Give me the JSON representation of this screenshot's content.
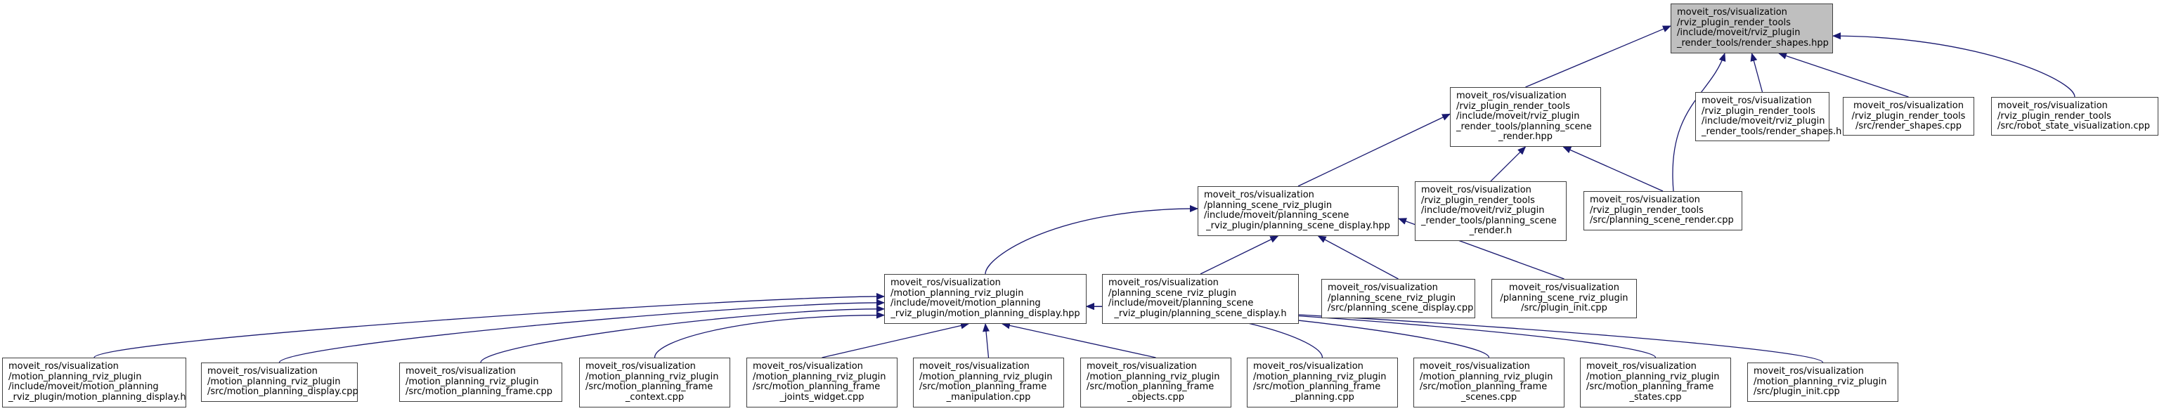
{
  "edge_color": "#191970",
  "root_fill": "#bfbfbf",
  "nodes": {
    "root": {
      "lines": [
        "moveit_ros/visualization",
        "/rviz_plugin_render_tools",
        "/include/moveit/rviz_plugin",
        "_render_tools/render_shapes.hpp"
      ]
    },
    "ps_render_hpp": {
      "lines": [
        "moveit_ros/visualization",
        "/rviz_plugin_render_tools",
        "/include/moveit/rviz_plugin",
        "_render_tools/planning_scene",
        "_render.hpp"
      ]
    },
    "render_shapes_h": {
      "lines": [
        "moveit_ros/visualization",
        "/rviz_plugin_render_tools",
        "/include/moveit/rviz_plugin",
        "_render_tools/render_shapes.h"
      ]
    },
    "render_shapes_cpp": {
      "lines": [
        "moveit_ros/visualization",
        "/rviz_plugin_render_tools",
        "/src/render_shapes.cpp"
      ]
    },
    "robot_state_vis_cpp": {
      "lines": [
        "moveit_ros/visualization",
        "/rviz_plugin_render_tools",
        "/src/robot_state_visualization.cpp"
      ]
    },
    "ps_display_hpp": {
      "lines": [
        "moveit_ros/visualization",
        "/planning_scene_rviz_plugin",
        "/include/moveit/planning_scene",
        "_rviz_plugin/planning_scene_display.hpp"
      ]
    },
    "ps_render_h": {
      "lines": [
        "moveit_ros/visualization",
        "/rviz_plugin_render_tools",
        "/include/moveit/rviz_plugin",
        "_render_tools/planning_scene",
        "_render.h"
      ]
    },
    "ps_render_cpp": {
      "lines": [
        "moveit_ros/visualization",
        "/rviz_plugin_render_tools",
        "/src/planning_scene_render.cpp"
      ]
    },
    "mp_display_hpp": {
      "lines": [
        "moveit_ros/visualization",
        "/motion_planning_rviz_plugin",
        "/include/moveit/motion_planning",
        "_rviz_plugin/motion_planning_display.hpp"
      ]
    },
    "ps_display_h": {
      "lines": [
        "moveit_ros/visualization",
        "/planning_scene_rviz_plugin",
        "/include/moveit/planning_scene",
        "_rviz_plugin/planning_scene_display.h"
      ]
    },
    "ps_display_cpp": {
      "lines": [
        "moveit_ros/visualization",
        "/planning_scene_rviz_plugin",
        "/src/planning_scene_display.cpp"
      ]
    },
    "ps_plugin_init_cpp": {
      "lines": [
        "moveit_ros/visualization",
        "/planning_scene_rviz_plugin",
        "/src/plugin_init.cpp"
      ]
    },
    "mp_display_h": {
      "lines": [
        "moveit_ros/visualization",
        "/motion_planning_rviz_plugin",
        "/include/moveit/motion_planning",
        "_rviz_plugin/motion_planning_display.h"
      ]
    },
    "mp_display_cpp": {
      "lines": [
        "moveit_ros/visualization",
        "/motion_planning_rviz_plugin",
        "/src/motion_planning_display.cpp"
      ]
    },
    "mp_frame_cpp": {
      "lines": [
        "moveit_ros/visualization",
        "/motion_planning_rviz_plugin",
        "/src/motion_planning_frame.cpp"
      ]
    },
    "mp_frame_context_cpp": {
      "lines": [
        "moveit_ros/visualization",
        "/motion_planning_rviz_plugin",
        "/src/motion_planning_frame",
        "_context.cpp"
      ]
    },
    "mp_frame_joints_cpp": {
      "lines": [
        "moveit_ros/visualization",
        "/motion_planning_rviz_plugin",
        "/src/motion_planning_frame",
        "_joints_widget.cpp"
      ]
    },
    "mp_frame_manip_cpp": {
      "lines": [
        "moveit_ros/visualization",
        "/motion_planning_rviz_plugin",
        "/src/motion_planning_frame",
        "_manipulation.cpp"
      ]
    },
    "mp_frame_objects_cpp": {
      "lines": [
        "moveit_ros/visualization",
        "/motion_planning_rviz_plugin",
        "/src/motion_planning_frame",
        "_objects.cpp"
      ]
    },
    "mp_frame_planning_cpp": {
      "lines": [
        "moveit_ros/visualization",
        "/motion_planning_rviz_plugin",
        "/src/motion_planning_frame",
        "_planning.cpp"
      ]
    },
    "mp_frame_scenes_cpp": {
      "lines": [
        "moveit_ros/visualization",
        "/motion_planning_rviz_plugin",
        "/src/motion_planning_frame",
        "_scenes.cpp"
      ]
    },
    "mp_frame_states_cpp": {
      "lines": [
        "moveit_ros/visualization",
        "/motion_planning_rviz_plugin",
        "/src/motion_planning_frame",
        "_states.cpp"
      ]
    },
    "mp_plugin_init_cpp": {
      "lines": [
        "moveit_ros/visualization",
        "/motion_planning_rviz_plugin",
        "/src/plugin_init.cpp"
      ]
    }
  },
  "edges": [
    [
      "ps_render_hpp",
      "root"
    ],
    [
      "render_shapes_h",
      "root"
    ],
    [
      "render_shapes_cpp",
      "root"
    ],
    [
      "robot_state_vis_cpp",
      "root"
    ],
    [
      "ps_render_cpp",
      "root"
    ],
    [
      "ps_display_hpp",
      "ps_render_hpp"
    ],
    [
      "ps_render_h",
      "ps_render_hpp"
    ],
    [
      "ps_render_cpp",
      "ps_render_hpp"
    ],
    [
      "mp_display_hpp",
      "ps_display_hpp"
    ],
    [
      "ps_display_h",
      "ps_display_hpp"
    ],
    [
      "ps_display_cpp",
      "ps_display_hpp"
    ],
    [
      "ps_plugin_init_cpp",
      "ps_display_hpp"
    ],
    [
      "mp_display_h",
      "mp_display_hpp"
    ],
    [
      "mp_display_cpp",
      "mp_display_hpp"
    ],
    [
      "mp_frame_cpp",
      "mp_display_hpp"
    ],
    [
      "mp_frame_context_cpp",
      "mp_display_hpp"
    ],
    [
      "mp_frame_joints_cpp",
      "mp_display_hpp"
    ],
    [
      "mp_frame_manip_cpp",
      "mp_display_hpp"
    ],
    [
      "mp_frame_objects_cpp",
      "mp_display_hpp"
    ],
    [
      "mp_frame_planning_cpp",
      "mp_display_hpp"
    ],
    [
      "mp_frame_scenes_cpp",
      "mp_display_hpp"
    ],
    [
      "mp_frame_states_cpp",
      "mp_display_hpp"
    ],
    [
      "mp_plugin_init_cpp",
      "mp_display_hpp"
    ]
  ]
}
